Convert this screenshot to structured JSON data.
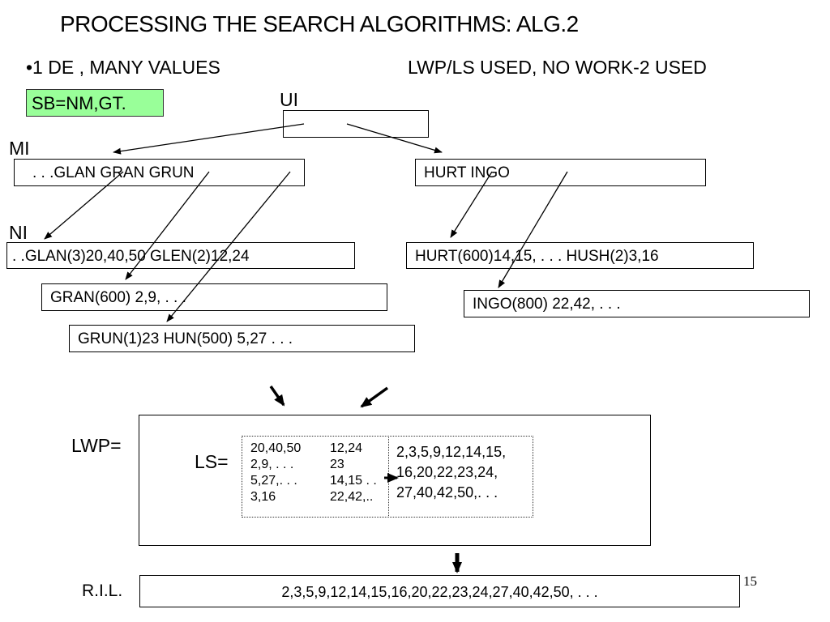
{
  "slide": {
    "title": "PROCESSING  THE SEARCH ALGORITHMS:  ALG.2",
    "bullet": "•1 DE , MANY VALUES",
    "note": "LWP/LS USED, NO WORK-2 USED",
    "sb_label": "SB=NM,GT.",
    "sb_color": "#99ff99",
    "page_number": "15"
  },
  "labels": {
    "ui": "UI",
    "mi": "MI",
    "ni": "NI",
    "lwp": "LWP=",
    "ls": "LS=",
    "ril": "R.I.L."
  },
  "mi_boxes": {
    "left": ". . .GLAN    GRAN    GRUN",
    "right": "HURT   INGO"
  },
  "ni_boxes": {
    "glan": ". .GLAN(3)20,40,50  GLEN(2)12,24",
    "gran": "GRAN(600) 2,9, . . .",
    "grun": "GRUN(1)23  HUN(500) 5,27 . . .",
    "hurt": "HURT(600)14,15, . . . HUSH(2)3,16",
    "ingo": "INGO(800) 22,42, . . ."
  },
  "ls_table": {
    "rows": [
      [
        "20,40,50",
        "12,24"
      ],
      [
        "2,9, . . .",
        "23"
      ],
      [
        "5,27,. . .",
        "14,15 . ."
      ],
      [
        "3,16",
        "22,42,.."
      ]
    ]
  },
  "merged": {
    "lines": [
      "2,3,5,9,12,14,15,",
      "16,20,22,23,24,",
      "27,40,42,50,. . ."
    ]
  },
  "ril_value": "2,3,5,9,12,14,15,16,20,22,23,24,27,40,42,50, . . ."
}
